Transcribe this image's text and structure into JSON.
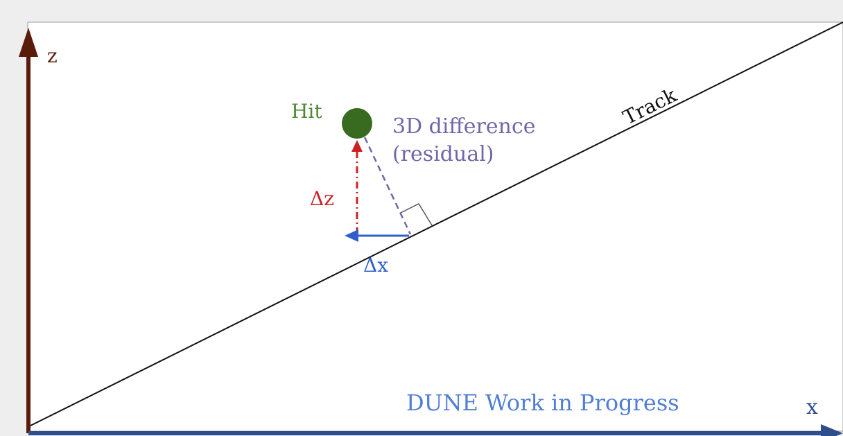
{
  "labels": {
    "z_axis": "z",
    "x_axis": "x",
    "hit": "Hit",
    "residual_line1": "3D difference",
    "residual_line2": "(residual)",
    "track": "Track",
    "delta_z": "Δz",
    "delta_x": "Δx",
    "watermark": "DUNE Work in Progress"
  },
  "colors": {
    "background": "#eeeeee",
    "canvas": "#ffffff",
    "z_axis": "#5a1c0a",
    "x_axis": "#2f4e8c",
    "hit": "#386a1f",
    "hit_label": "#4e8a36",
    "residual": "#7166a8",
    "track": "#111111",
    "delta_z": "#cc1f1f",
    "delta_x": "#2f5fcc",
    "watermark": "#4f7ed3"
  }
}
